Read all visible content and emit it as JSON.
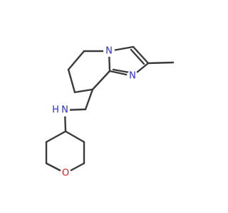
{
  "molecule": {
    "atoms": [
      {
        "id": "N_ring",
        "label": "N"
      },
      {
        "id": "N_imine",
        "label": "N"
      },
      {
        "id": "N_amine",
        "label": "N"
      },
      {
        "id": "H_amine",
        "label": "H"
      },
      {
        "id": "O_ring",
        "label": "O"
      }
    ]
  },
  "colors": {
    "nitrogen": "#2b2bd6",
    "oxygen": "#e01b1b",
    "bond": "#3a3a3a"
  }
}
